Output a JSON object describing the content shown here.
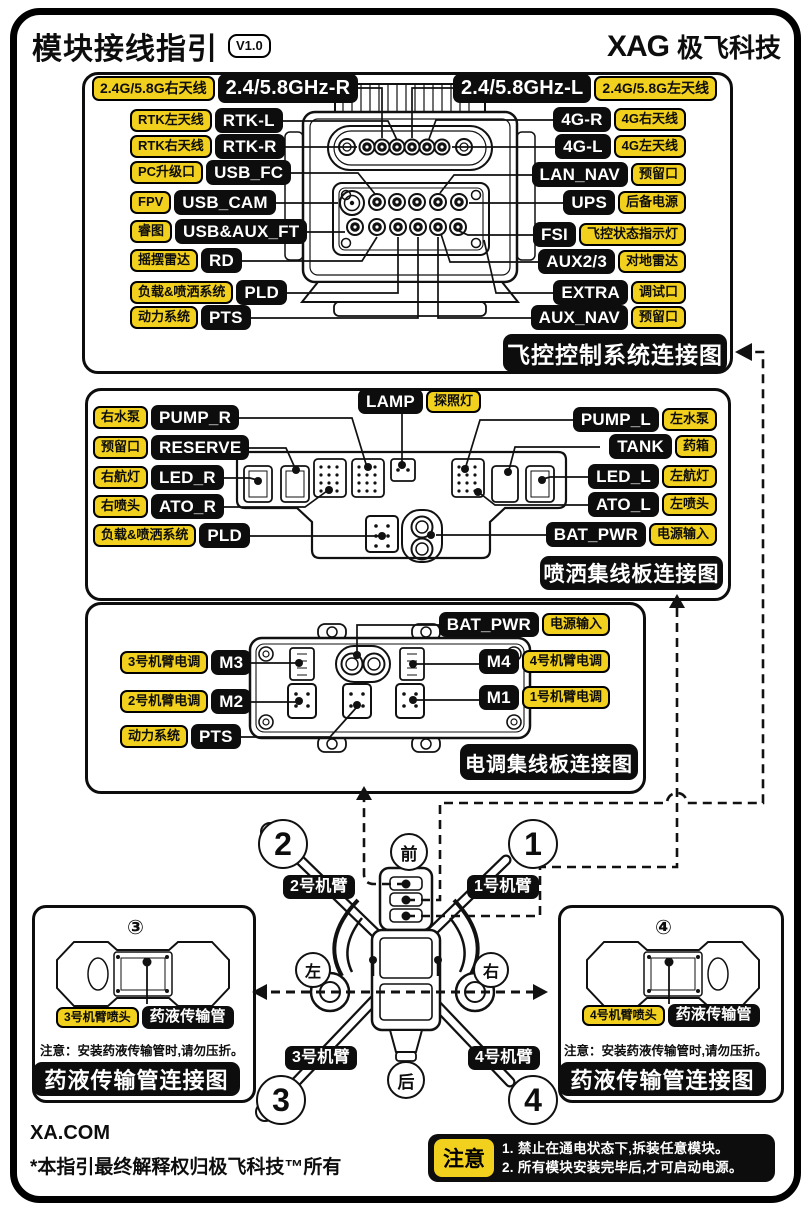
{
  "header": {
    "title": "模块接线指引",
    "version": "V1.0",
    "brand": "XAG",
    "brand_cn": "极飞科技"
  },
  "colors": {
    "accent_yellow": "#F2D01E",
    "ink_black": "#0D0D0D"
  },
  "panel_fc": {
    "title": "飞控控制系统连接图",
    "left": [
      {
        "cn": "2.4G/5.8G右天线",
        "en": "2.4/5.8GHz-R"
      },
      {
        "cn": "RTK左天线",
        "en": "RTK-L"
      },
      {
        "cn": "RTK右天线",
        "en": "RTK-R"
      },
      {
        "cn": "PC升级口",
        "en": "USB_FC"
      },
      {
        "cn": "FPV",
        "en": "USB_CAM"
      },
      {
        "cn": "睿图",
        "en": "USB&AUX_FT"
      },
      {
        "cn": "摇摆雷达",
        "en": "RD"
      },
      {
        "cn": "负载&喷洒系统",
        "en": "PLD"
      },
      {
        "cn": "动力系统",
        "en": "PTS"
      }
    ],
    "right": [
      {
        "en": "2.4/5.8GHz-L",
        "cn": "2.4G/5.8G左天线"
      },
      {
        "en": "4G-R",
        "cn": "4G右天线"
      },
      {
        "en": "4G-L",
        "cn": "4G左天线"
      },
      {
        "en": "LAN_NAV",
        "cn": "预留口"
      },
      {
        "en": "UPS",
        "cn": "后备电源"
      },
      {
        "en": "FSI",
        "cn": "飞控状态指示灯"
      },
      {
        "en": "AUX2/3",
        "cn": "对地雷达"
      },
      {
        "en": "EXTRA",
        "cn": "调试口"
      },
      {
        "en": "AUX_NAV",
        "cn": "预留口"
      }
    ]
  },
  "panel_spray": {
    "title": "喷洒集线板连接图",
    "top": {
      "en": "LAMP",
      "cn": "探照灯"
    },
    "left": [
      {
        "cn": "右水泵",
        "en": "PUMP_R"
      },
      {
        "cn": "预留口",
        "en": "RESERVE"
      },
      {
        "cn": "右航灯",
        "en": "LED_R"
      },
      {
        "cn": "右喷头",
        "en": "ATO_R"
      },
      {
        "cn": "负载&喷洒系统",
        "en": "PLD"
      }
    ],
    "right": [
      {
        "en": "PUMP_L",
        "cn": "左水泵"
      },
      {
        "en": "TANK",
        "cn": "药箱"
      },
      {
        "en": "LED_L",
        "cn": "左航灯"
      },
      {
        "en": "ATO_L",
        "cn": "左喷头"
      },
      {
        "en": "BAT_PWR",
        "cn": "电源输入"
      }
    ]
  },
  "panel_esc": {
    "title": "电调集线板连接图",
    "top": {
      "en": "BAT_PWR",
      "cn": "电源输入"
    },
    "left": [
      {
        "cn": "3号机臂电调",
        "en": "M3"
      },
      {
        "cn": "2号机臂电调",
        "en": "M2"
      },
      {
        "cn": "动力系统",
        "en": "PTS"
      }
    ],
    "right": [
      {
        "en": "M4",
        "cn": "4号机臂电调"
      },
      {
        "en": "M1",
        "cn": "1号机臂电调"
      }
    ]
  },
  "drone": {
    "front": "前",
    "back": "后",
    "left": "左",
    "right": "右",
    "num1": "1",
    "num2": "2",
    "num3": "3",
    "num4": "4",
    "arm1": "1号机臂",
    "arm2": "2号机臂",
    "arm3": "3号机臂",
    "arm4": "4号机臂"
  },
  "hose_left": {
    "num": "③",
    "tag_cn": "3号机臂喷头",
    "tag_en": "药液传输管",
    "note": "注意：安装药液传输管时,请勿压折。",
    "title": "药液传输管连接图"
  },
  "hose_right": {
    "num": "④",
    "tag_cn": "4号机臂喷头",
    "tag_en": "药液传输管",
    "note": "注意：安装药液传输管时,请勿压折。",
    "title": "药液传输管连接图"
  },
  "footer": {
    "site": "XA.COM",
    "disclaimer": "*本指引最终解释权归极飞科技™所有",
    "notice": "注意",
    "notice_lines": [
      "1. 禁止在通电状态下,拆装任意模块。",
      "2. 所有模块安装完毕后,才可启动电源。"
    ]
  }
}
